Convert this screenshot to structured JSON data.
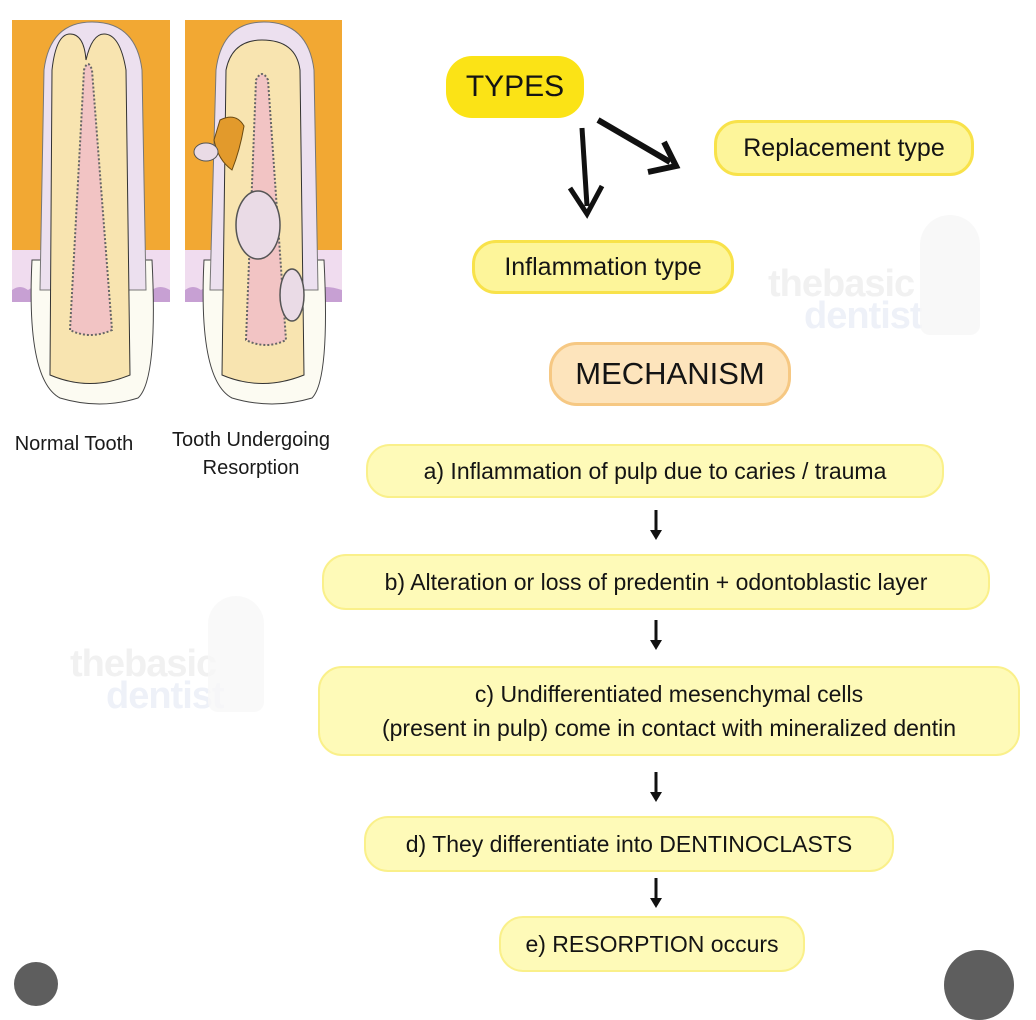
{
  "illustrations": {
    "normal_caption": "Normal Tooth",
    "resorption_caption_line1": "Tooth Undergoing",
    "resorption_caption_line2": "Resorption"
  },
  "types": {
    "heading": "TYPES",
    "options": [
      "Replacement type",
      "Inflammation type"
    ]
  },
  "mechanism": {
    "heading": "MECHANISM",
    "steps": [
      {
        "lines": [
          "a) Inflammation of pulp due to caries / trauma"
        ]
      },
      {
        "lines": [
          "b) Alteration or loss of predentin + odontoblastic  layer"
        ]
      },
      {
        "lines": [
          "c) Undifferentiated mesenchymal cells",
          "(present in pulp) come in contact with mineralized dentin"
        ]
      },
      {
        "lines": [
          "d) They differentiate into DENTINOCLASTS"
        ]
      },
      {
        "lines": [
          "e) RESORPTION occurs"
        ]
      }
    ]
  },
  "watermark": {
    "line1": "thebasic",
    "line2": "dentist"
  },
  "colors": {
    "types_yellow": "#fbe316",
    "option_yellow": "#fdf59a",
    "mechanism_peach": "#fde4bc",
    "step_yellow": "#fefab8",
    "bone_orange": "#f2a833",
    "pulp_pink": "#f2c4c4",
    "dentin_cream": "#f8e4b0"
  }
}
